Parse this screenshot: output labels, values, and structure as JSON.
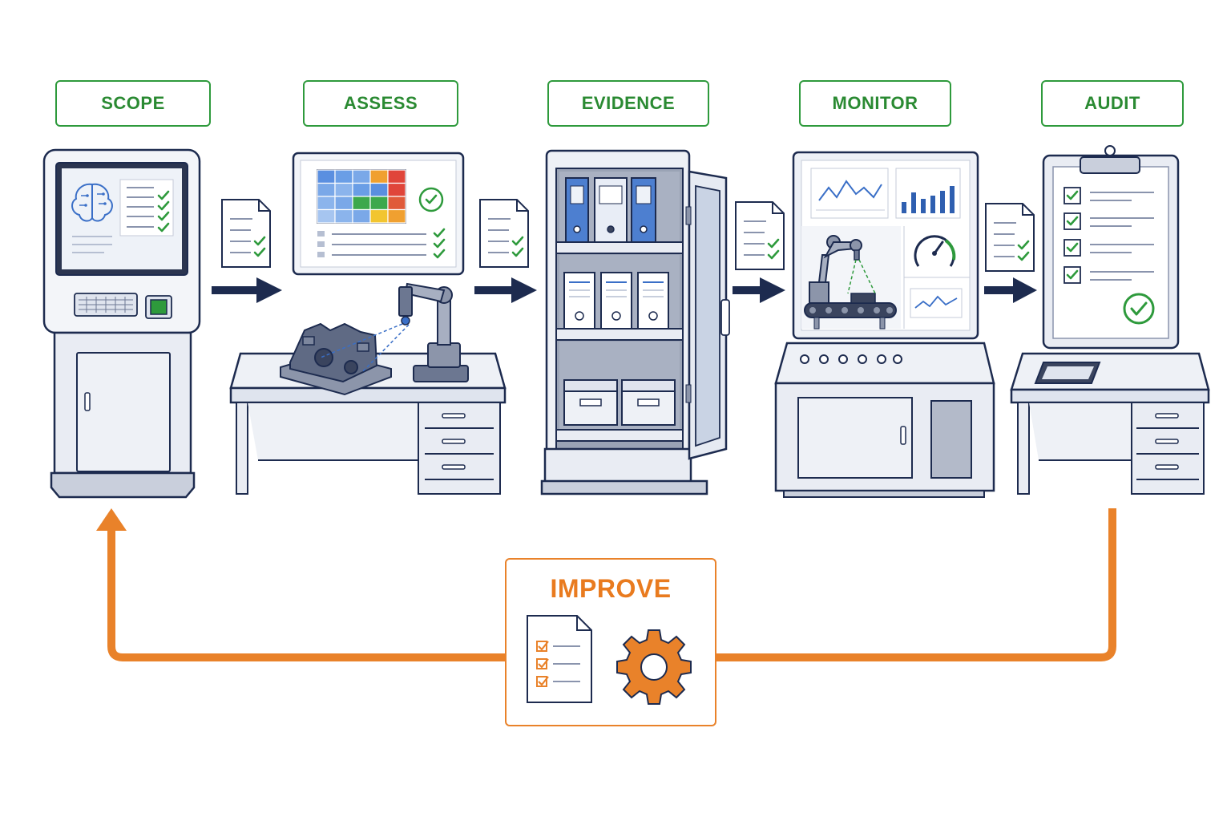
{
  "stages": [
    {
      "key": "scope",
      "label": "SCOPE"
    },
    {
      "key": "assess",
      "label": "ASSESS"
    },
    {
      "key": "evidence",
      "label": "EVIDENCE"
    },
    {
      "key": "monitor",
      "label": "MONITOR"
    },
    {
      "key": "audit",
      "label": "AUDIT"
    }
  ],
  "improve": {
    "label": "IMPROVE"
  },
  "colors": {
    "stage_green": "#2e9a3c",
    "improve_orange": "#e9822a",
    "outline_navy": "#1d2b4f",
    "fill_gray": "#e9ecf3",
    "accent_blue": "#3a6fc7",
    "check_green": "#2e9a3c"
  },
  "icons": [
    "brain-icon",
    "document-icon",
    "binder-icon",
    "certificate-icon",
    "gear-icon",
    "robot-arm-icon",
    "gauge-icon",
    "clipboard-icon",
    "tablet-icon"
  ]
}
